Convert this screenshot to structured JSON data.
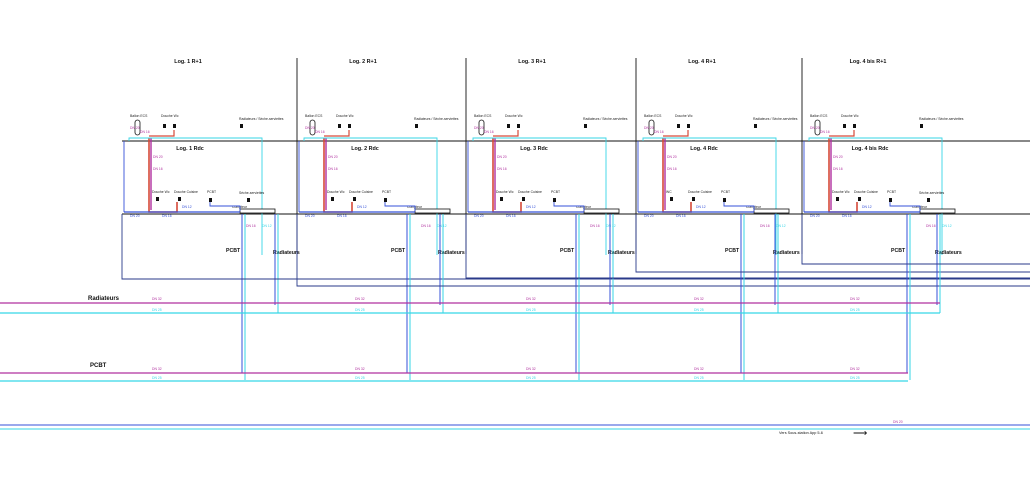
{
  "colors": {
    "magenta": "#b0309f",
    "cyan": "#36d6e6",
    "blue": "#3450d8",
    "red": "#d64a3a",
    "black": "#111111",
    "navy": "#2a3a8a"
  },
  "units": [
    {
      "floor_label": "Log. 1 R+1",
      "rdc_label": "Log. 1 Rdc",
      "ballon_label": "Ballon ECS",
      "douche_label": "Douche Wc",
      "radiateurs_top_label": "Radiateurs / Sèche-serviettes",
      "douche_rdc_label": "Douche Wc",
      "cuisine_label": "Douche Cuisine",
      "pcbt_small_label": "PCBT",
      "seche_label": "Sèche-serviettes",
      "compteur_label": "Compteur",
      "pcbt_label": "PCBT",
      "radiateurs_label": "Radiateurs",
      "dn_labels": [
        "DN 20",
        "DN 16",
        "DN 20",
        "DN 16",
        "DN 20",
        "DN 16",
        "DN 12",
        "DN 16",
        "DN 12"
      ]
    },
    {
      "floor_label": "Log. 2 R+1",
      "rdc_label": "Log. 2 Rdc",
      "ballon_label": "Ballon ECS",
      "douche_label": "Douche Wc",
      "radiateurs_top_label": "Radiateurs / Sèche-serviettes",
      "douche_rdc_label": "Douche Wc",
      "cuisine_label": "Douche Cuisine",
      "pcbt_small_label": "PCBT",
      "seche_label": "",
      "compteur_label": "Compteur",
      "pcbt_label": "PCBT",
      "radiateurs_label": "Radiateurs",
      "dn_labels": [
        "DN 20",
        "DN 16",
        "DN 20",
        "DN 16",
        "DN 20",
        "DN 16",
        "DN 12",
        "DN 16",
        "DN 12"
      ]
    },
    {
      "floor_label": "Log. 3 R+1",
      "rdc_label": "Log. 3 Rdc",
      "ballon_label": "Ballon ECS",
      "douche_label": "Douche Wc",
      "radiateurs_top_label": "Radiateurs / Sèche-serviettes",
      "douche_rdc_label": "Douche Wc",
      "cuisine_label": "Douche Cuisine",
      "pcbt_small_label": "PCBT",
      "seche_label": "",
      "compteur_label": "Compteur",
      "pcbt_label": "PCBT",
      "radiateurs_label": "Radiateurs",
      "dn_labels": [
        "DN 20",
        "DN 16",
        "DN 20",
        "DN 16",
        "DN 20",
        "DN 16",
        "DN 12",
        "DN 16",
        "DN 12"
      ]
    },
    {
      "floor_label": "Log. 4 R+1",
      "rdc_label": "Log. 4 Rdc",
      "ballon_label": "Ballon ECS",
      "douche_label": "Douche Wc",
      "radiateurs_top_label": "Radiateurs / Sèche-serviettes",
      "douche_rdc_label": "WC",
      "cuisine_label": "Douche Cuisine",
      "pcbt_small_label": "PCBT",
      "seche_label": "",
      "compteur_label": "Compteur",
      "pcbt_label": "PCBT",
      "radiateurs_label": "Radiateurs",
      "dn_labels": [
        "DN 20",
        "DN 16",
        "DN 20",
        "DN 16",
        "DN 20",
        "DN 16",
        "DN 12",
        "DN 16",
        "DN 12"
      ]
    },
    {
      "floor_label": "Log. 4 bis R+1",
      "rdc_label": "Log. 4 bis Rdc",
      "ballon_label": "Ballon ECS",
      "douche_label": "Douche Wc",
      "radiateurs_top_label": "Radiateurs / Sèche-serviettes",
      "douche_rdc_label": "Douche Wc",
      "cuisine_label": "Douche Cuisine",
      "pcbt_small_label": "PCBT",
      "seche_label": "Sèche-serviettes",
      "compteur_label": "Compteur",
      "pcbt_label": "PCBT",
      "radiateurs_label": "Radiateurs",
      "dn_labels": [
        "DN 20",
        "DN 16",
        "DN 20",
        "DN 16",
        "DN 20",
        "DN 16",
        "DN 12",
        "DN 16",
        "DN 12"
      ]
    }
  ],
  "mains": {
    "radiateurs_label": "Radiateurs",
    "pcbt_label": "PCBT",
    "dn_main": "DN 32",
    "dn_secondary": "DN 25",
    "sous_station_label": "Vers Sous-station App 5-6",
    "arrow_glyph": "⟶",
    "dn_right": "DN 20"
  }
}
